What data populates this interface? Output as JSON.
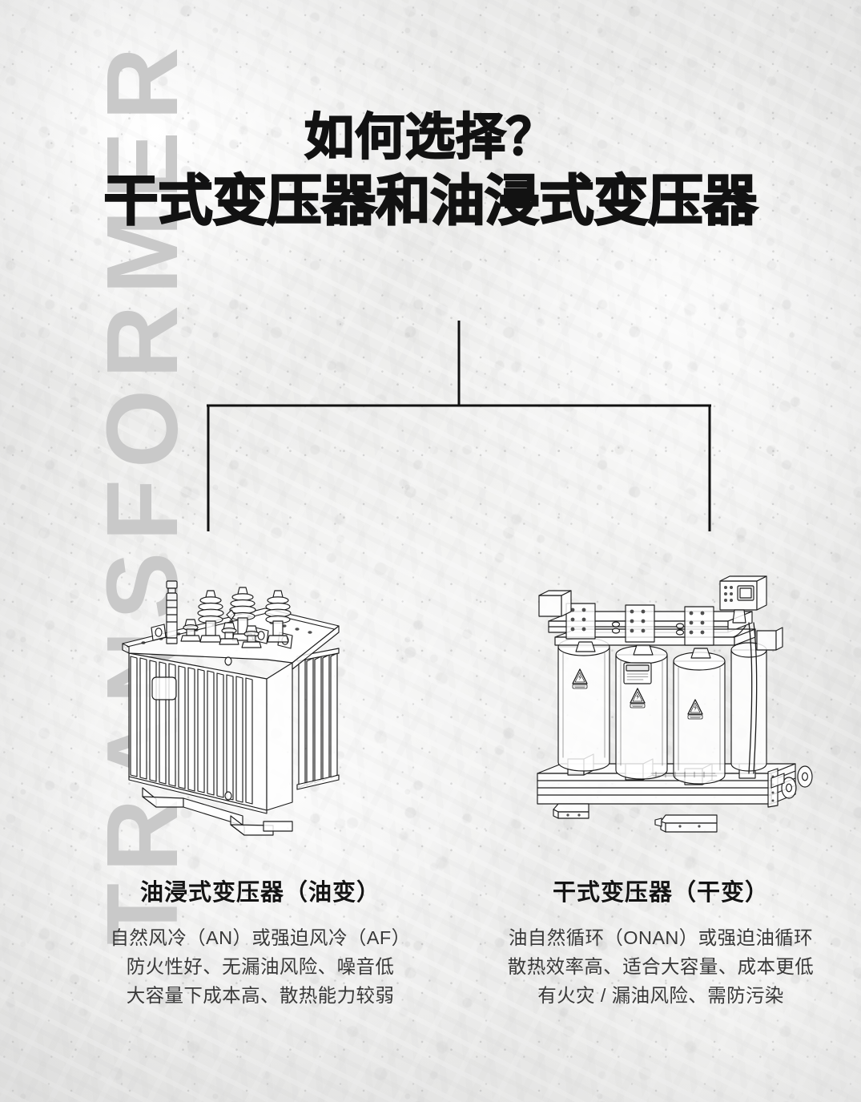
{
  "poster": {
    "watermark_text": "TRANSFORMER",
    "watermark_color": "#c9c9c9",
    "background_color": "#efefee",
    "ink_color": "#121212"
  },
  "headline": {
    "line1": "如何选择？",
    "line2": "干式变压器和油浸式变压器"
  },
  "connector": {
    "stem_label": "bracket-stem",
    "color": "#111111"
  },
  "branches": [
    {
      "id": "oil-immersed",
      "illustration_name": "oil-immersed-transformer-illustration",
      "title": "油浸式变压器（油变）",
      "lines": [
        "自然风冷（AN）或强迫风冷（AF）",
        "防火性好、无漏油风险、噪音低",
        "大容量下成本高、散热能力较弱"
      ]
    },
    {
      "id": "dry-type",
      "illustration_name": "dry-type-transformer-illustration",
      "title": "干式变压器（干变）",
      "lines": [
        "油自然循环（ONAN）或强迫油循环",
        "散热效率高、适合大容量、成本更低",
        "有火灾 / 漏油风险、需防污染"
      ]
    }
  ]
}
